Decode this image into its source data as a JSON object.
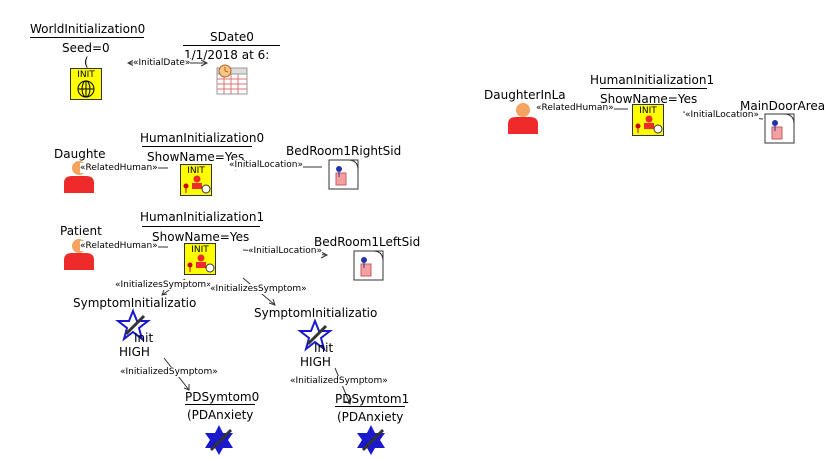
{
  "nodes": {
    "world_init": {
      "name": "WorldInitialization0",
      "attr": "Seed=0",
      "extra": "("
    },
    "sdate": {
      "name": "SDate0",
      "value": "1/1/2018 at 6:"
    },
    "daughter_in_law": {
      "name": "DaughterInLa"
    },
    "human_init_right_top": {
      "name": "HumanInitialization1",
      "attr": "ShowName=Yes"
    },
    "main_door": {
      "name": "MainDoorArea"
    },
    "daughter": {
      "name": "Daughte"
    },
    "human_init_daughter": {
      "name": "HumanInitialization0",
      "attr": "ShowName=Yes"
    },
    "bedroom_right": {
      "name": "BedRoom1RightSid"
    },
    "patient": {
      "name": "Patient"
    },
    "human_init_patient": {
      "name": "HumanInitialization1",
      "attr": "ShowName=Yes"
    },
    "bedroom_left": {
      "name": "BedRoom1LeftSid"
    },
    "symptom_init_1": {
      "name": "SymptomInitializatio",
      "label1": "Init",
      "label2": "HIGH"
    },
    "symptom_init_2": {
      "name": "SymptomInitializatio",
      "label1": "Init",
      "label2": "HIGH"
    },
    "pd_symptom_1": {
      "name": "PDSymtom0",
      "type": "(PDAnxiety"
    },
    "pd_symptom_2": {
      "name": "PDSymtom1",
      "type": "(PDAnxiety"
    }
  },
  "icon_labels": {
    "init": "INIT"
  },
  "edges": {
    "initial_date": "«InitialDate»",
    "related_human": "«RelatedHuman»",
    "initial_location": "«InitialLocation»",
    "initializes_symptom": "«InitializesSymptom»",
    "initialized_symptom": "«InitializedSymptom»"
  },
  "colors": {
    "init_fill": "#ffff00",
    "person": "#ee2a2a",
    "person_head": "#f4a460",
    "star": "#1a1acc"
  }
}
